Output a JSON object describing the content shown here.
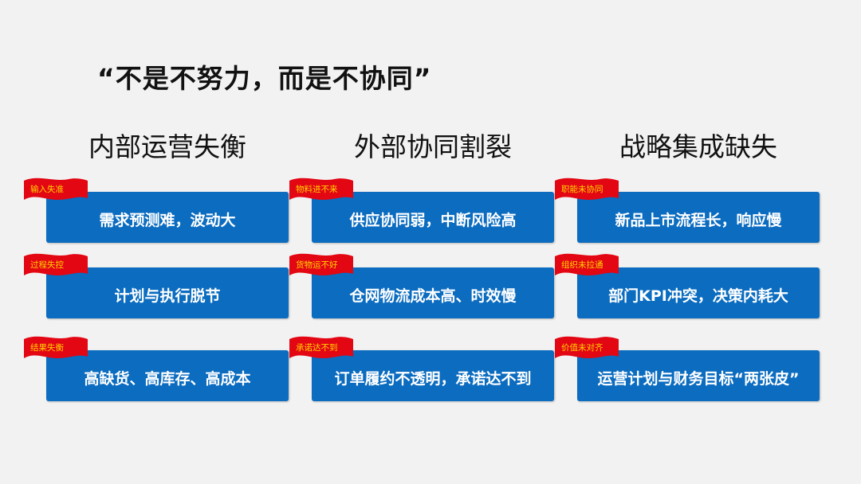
{
  "title": "“不是不努力，而是不协同”",
  "columns": [
    {
      "heading": "内部运营失衡",
      "items": [
        {
          "tag": "输入失准",
          "text": "需求预测难，波动大"
        },
        {
          "tag": "过程失控",
          "text": "计划与执行脱节"
        },
        {
          "tag": "结果失衡",
          "text": "高缺货、高库存、高成本"
        }
      ]
    },
    {
      "heading": "外部协同割裂",
      "items": [
        {
          "tag": "物料进不来",
          "text": "供应协同弱，中断风险高"
        },
        {
          "tag": "货物运不好",
          "text": "仓网物流成本高、时效慢"
        },
        {
          "tag": "承诺达不到",
          "text": "订单履约不透明，承诺达不到"
        }
      ]
    },
    {
      "heading": "战略集成缺失",
      "items": [
        {
          "tag": "职能未协同",
          "text": "新品上市流程长，响应慢"
        },
        {
          "tag": "组织未拉通",
          "text": "部门KPI冲突，决策内耗大"
        },
        {
          "tag": "价值未对齐",
          "text": "运营计划与财务目标“两张皮”"
        }
      ]
    }
  ],
  "colors": {
    "box": "#0b6cc0",
    "flag": "#e30613",
    "flag_text": "#ffd400"
  }
}
